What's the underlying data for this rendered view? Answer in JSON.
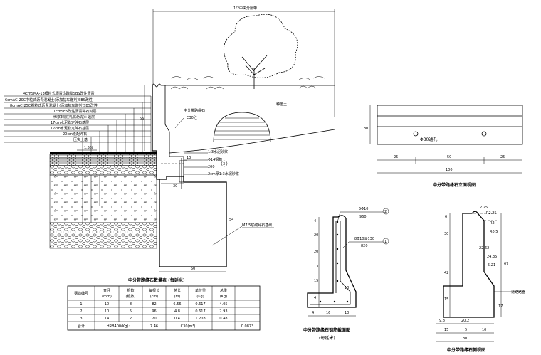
{
  "layers": [
    "4cmSMA-13细粒式沥青玛蹄脂SBS改性沥青",
    "6cmAC-20C中粒式沥青混凝土(添加抗车辙剂)SBS改性",
    "8cmAC-25C粗粒式沥青混凝土(添加抗车辙剂)SBS改性",
    "1cmSBS改性沥青碎石封层",
    "稀浆封层(乳化沥青)+透层",
    "17cm水泥稳定碎石基层",
    "17cm水泥稳定碎石基层",
    "20cm级配碎石",
    "压实土基"
  ],
  "section": {
    "half_width": "1/2中央分隔带",
    "soil": "种植土",
    "curb_label": "中分带路缘石",
    "curb_concrete": "C30砼",
    "slope": "1.5%",
    "dim_10": "10",
    "mortar": "1:3水泥砂浆",
    "rebar": "Φ14钢筋",
    "dim_200": "200",
    "bed": "2cm厚1:3水泥砂浆",
    "dim_30": "30",
    "dim_56": "56",
    "base_label": "M7.5浆砌片石基础",
    "dim_50": "50",
    "dim_54": "54",
    "callout": "3"
  },
  "elevation": {
    "hole_label": "Φ30通孔",
    "dim_30": "30",
    "dim_25a": "25",
    "dim_50": "50",
    "dim_25b": "25",
    "dim_100": "100",
    "caption": "中分带路缘石立面视图"
  },
  "rebar_section": {
    "bar2_top": "5Φ10",
    "bar2_bottom": "960",
    "bar1_top": "8Φ10@130",
    "bar1_bottom": "820",
    "callout_1": "1",
    "callout_2": "2",
    "dims_left": [
      "4",
      "20",
      "20",
      "13",
      "15",
      "10",
      "4"
    ],
    "dims_bottom": [
      "4",
      "16",
      "10"
    ],
    "caption": "中分带路缘石钢筋截面图",
    "caption_sub": "(每延米)"
  },
  "side_view": {
    "dims_top": [
      "2.25",
      "R2.25",
      "R2",
      "R0.5"
    ],
    "dims_left": [
      "6",
      "30",
      "42",
      "15",
      "17"
    ],
    "dims_mid": [
      "22.62",
      "24.35",
      "5.21",
      "67"
    ],
    "road_level": "道路路面",
    "dims_bottom_a": [
      "9.8",
      "20.2"
    ],
    "dims_bottom_b": [
      "15",
      "5",
      "10"
    ],
    "dim_total": "30",
    "caption": "中分带路缘石侧视图"
  },
  "table": {
    "title": "中分带路缘石数量表 (每延米)",
    "headers": [
      "钢筋编号",
      "直径\n(mm)",
      "根数\n(根数)",
      "每根长\n(cm)",
      "总长\n(m)",
      "单位重\n(Kg)",
      "总重\n(Kg)"
    ],
    "rows": [
      [
        "1",
        "10",
        "8",
        "82",
        "6.56",
        "0.617",
        "4.05"
      ],
      [
        "2",
        "10",
        "5",
        "96",
        "4.8",
        "0.617",
        "2.93"
      ],
      [
        "3",
        "14",
        "2",
        "20",
        "0.4",
        "1.208",
        "0.48"
      ]
    ],
    "total_row": [
      "合计",
      "HRB400(Kg):",
      "7.46",
      "C30(m³)",
      "0.0873"
    ]
  }
}
